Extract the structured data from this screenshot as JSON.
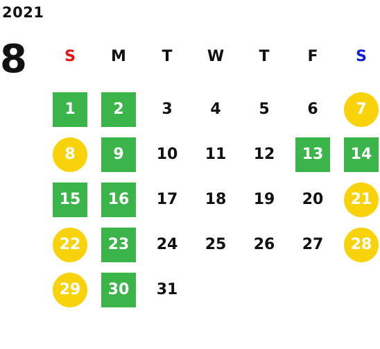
{
  "year": "2021",
  "month": "8",
  "weekdays": [
    "S",
    "M",
    "T",
    "W",
    "T",
    "F",
    "S"
  ],
  "colors": {
    "green": "#3bb54a",
    "yellow": "#f8d30c",
    "sunday": "#ee1111",
    "saturday": "#1122dd"
  },
  "weeks": [
    [
      {
        "day": "1",
        "style": "green"
      },
      {
        "day": "2",
        "style": "green"
      },
      {
        "day": "3",
        "style": "plain"
      },
      {
        "day": "4",
        "style": "plain"
      },
      {
        "day": "5",
        "style": "plain"
      },
      {
        "day": "6",
        "style": "plain"
      },
      {
        "day": "7",
        "style": "yellow"
      }
    ],
    [
      {
        "day": "8",
        "style": "yellow"
      },
      {
        "day": "9",
        "style": "green"
      },
      {
        "day": "10",
        "style": "plain"
      },
      {
        "day": "11",
        "style": "plain"
      },
      {
        "day": "12",
        "style": "plain"
      },
      {
        "day": "13",
        "style": "green"
      },
      {
        "day": "14",
        "style": "green"
      }
    ],
    [
      {
        "day": "15",
        "style": "green"
      },
      {
        "day": "16",
        "style": "green"
      },
      {
        "day": "17",
        "style": "plain"
      },
      {
        "day": "18",
        "style": "plain"
      },
      {
        "day": "19",
        "style": "plain"
      },
      {
        "day": "20",
        "style": "plain"
      },
      {
        "day": "21",
        "style": "yellow"
      }
    ],
    [
      {
        "day": "22",
        "style": "yellow"
      },
      {
        "day": "23",
        "style": "green"
      },
      {
        "day": "24",
        "style": "plain"
      },
      {
        "day": "25",
        "style": "plain"
      },
      {
        "day": "26",
        "style": "plain"
      },
      {
        "day": "27",
        "style": "plain"
      },
      {
        "day": "28",
        "style": "yellow"
      }
    ],
    [
      {
        "day": "29",
        "style": "yellow"
      },
      {
        "day": "30",
        "style": "green"
      },
      {
        "day": "31",
        "style": "plain"
      }
    ]
  ]
}
